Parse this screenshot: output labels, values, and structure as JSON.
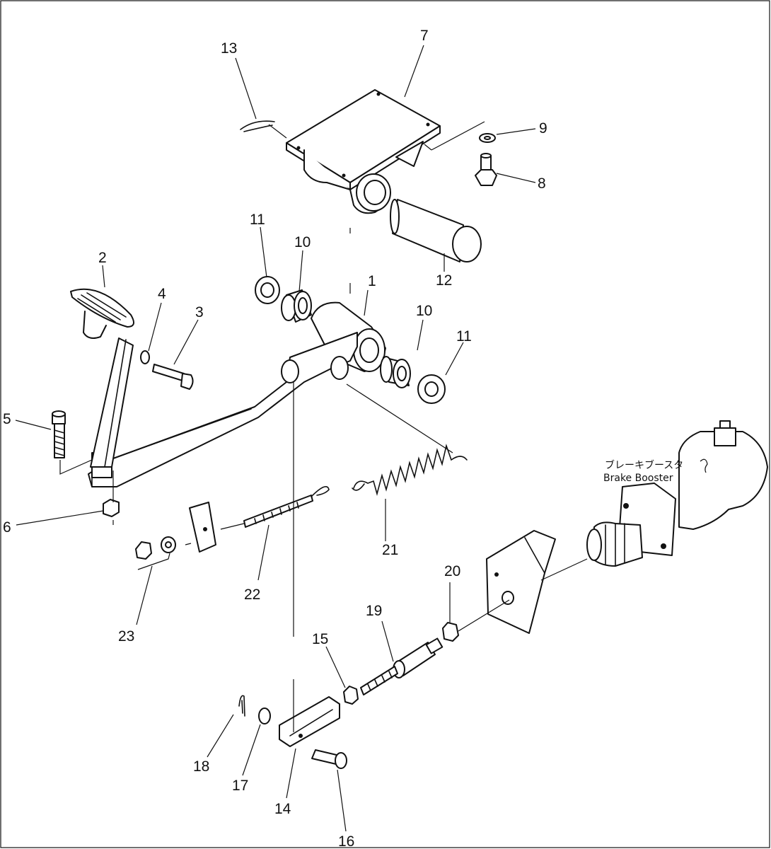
{
  "diagram": {
    "callouts": {
      "c1": "1",
      "c2": "2",
      "c3": "3",
      "c4": "4",
      "c5": "5",
      "c6": "6",
      "c7": "7",
      "c8": "8",
      "c9": "9",
      "c10a": "10",
      "c10b": "10",
      "c11a": "11",
      "c11b": "11",
      "c12": "12",
      "c13": "13",
      "c14": "14",
      "c15": "15",
      "c16": "16",
      "c17": "17",
      "c18": "18",
      "c19": "19",
      "c20": "20",
      "c21": "21",
      "c22": "22",
      "c23": "23"
    },
    "booster_label_jp": "ブレーキブースタ",
    "booster_label_en": "Brake Booster"
  }
}
